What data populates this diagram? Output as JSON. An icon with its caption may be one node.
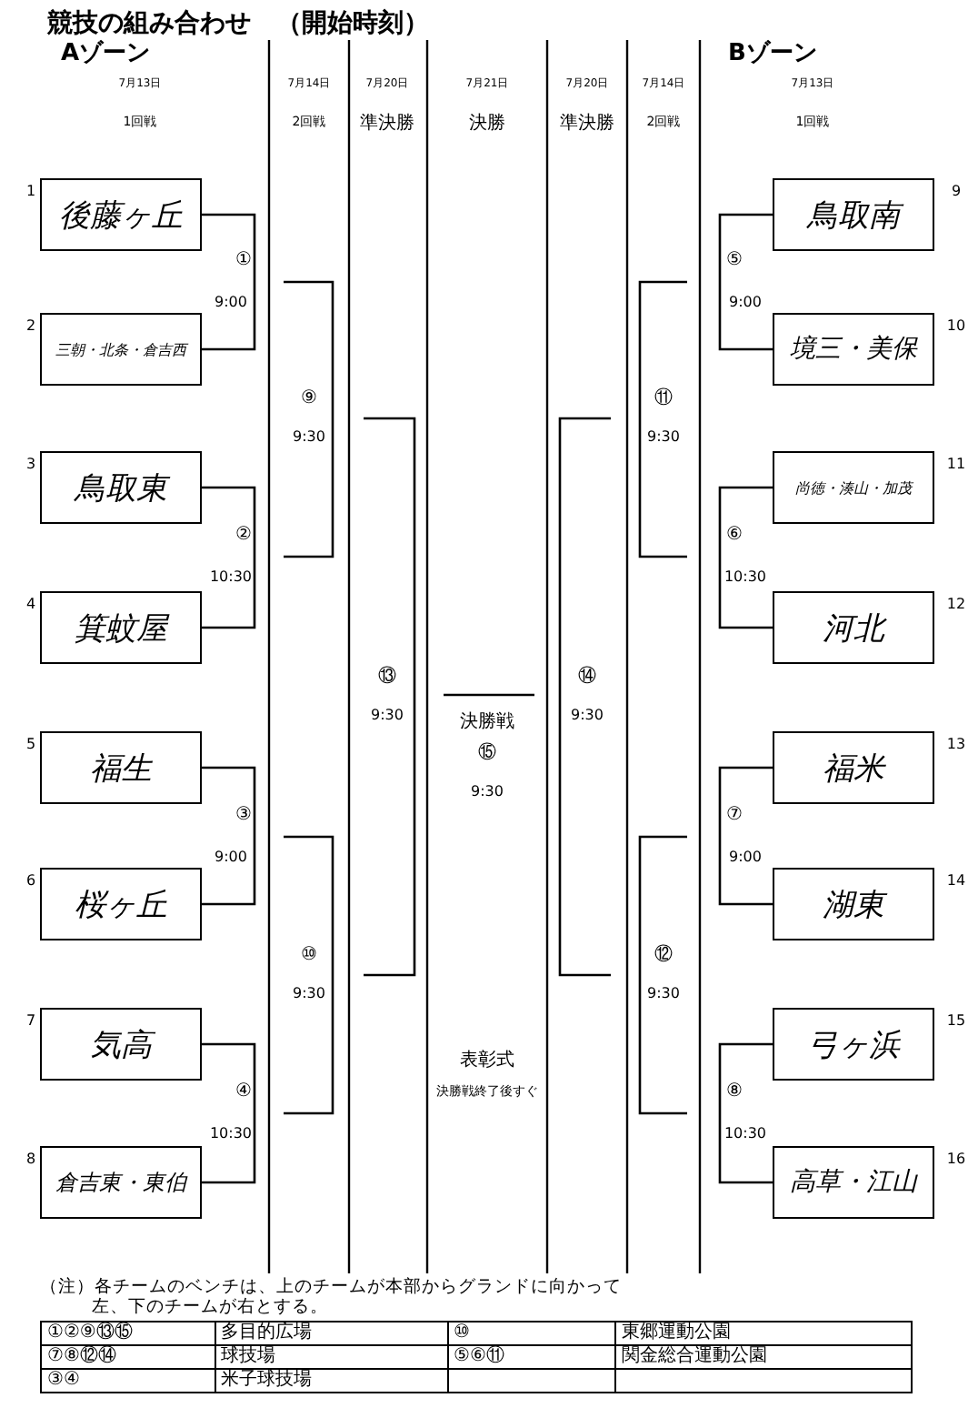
{
  "diagram": {
    "title": "競技の組み合わせ　（開始時刻）",
    "nodes": [
      {
        "text": [
          "後藤ヶ丘"
        ],
        "beside": [
          "1"
        ]
      },
      {
        "text": [
          "三朝・北条・倉吉西"
        ],
        "beside": [
          "2"
        ]
      },
      {
        "text": [
          "鳥取東"
        ],
        "beside": [
          "3"
        ]
      },
      {
        "text": [
          "箕蚊屋"
        ],
        "beside": [
          "4"
        ]
      },
      {
        "text": [
          "福生"
        ],
        "beside": [
          "5"
        ]
      },
      {
        "text": [
          "桜ヶ丘"
        ],
        "beside": [
          "6"
        ]
      },
      {
        "text": [
          "気高"
        ],
        "beside": [
          "7"
        ]
      },
      {
        "text": [
          "倉吉東・東伯"
        ],
        "beside": [
          "8"
        ]
      },
      {
        "text": [
          "鳥取南"
        ],
        "beside": [
          "9"
        ]
      },
      {
        "text": [
          "境三・美保"
        ],
        "beside": [
          "10"
        ]
      },
      {
        "text": [
          "尚徳・湊山・加茂"
        ],
        "beside": [
          "11"
        ]
      },
      {
        "text": [
          "河北"
        ],
        "beside": [
          "12"
        ]
      },
      {
        "text": [
          "福米"
        ],
        "beside": [
          "13"
        ]
      },
      {
        "text": [
          "湖東"
        ],
        "beside": [
          "14"
        ]
      },
      {
        "text": [
          "弓ヶ浜"
        ],
        "beside": [
          "15"
        ]
      },
      {
        "text": [
          "高草・江山"
        ],
        "beside": [
          "16"
        ]
      }
    ],
    "edges": [
      {
        "from": 0,
        "to": 1,
        "arrow": "none"
      },
      {
        "from": 2,
        "to": 3,
        "arrow": "none"
      },
      {
        "from": 4,
        "to": 5,
        "arrow": "none"
      },
      {
        "from": 6,
        "to": 7,
        "arrow": "none"
      },
      {
        "from": 8,
        "to": 9,
        "arrow": "none"
      },
      {
        "from": 10,
        "to": 11,
        "arrow": "none"
      },
      {
        "from": 12,
        "to": 13,
        "arrow": "none"
      },
      {
        "from": 14,
        "to": 15,
        "arrow": "none"
      }
    ],
    "labels": [
      "Aゾーン",
      "Bゾーン",
      "7月13日",
      "1回戦",
      "7月14日",
      "2回戦",
      "7月20日",
      "準決勝",
      "7月21日",
      "決勝",
      "7月20日",
      "準決勝",
      "7月14日",
      "2回戦",
      "7月13日",
      "1回戦",
      "①",
      "9:00",
      "②",
      "10:30",
      "③",
      "9:00",
      "④",
      "10:30",
      "⑨",
      "9:30",
      "⑩",
      "9:30",
      "⑬",
      "9:30",
      "決勝戦",
      "⑮",
      "9:30",
      "表彰式",
      "決勝戦終了後すぐ",
      "⑭",
      "9:30",
      "⑪",
      "9:30",
      "⑫",
      "9:30",
      "⑤",
      "9:00",
      "⑥",
      "10:30",
      "⑦",
      "9:00",
      "⑧",
      "10:30",
      "（注）各チームのベンチは、上のチームが本部からグランドに向かって左、下のチームが右とする。",
      "①②⑨⑬⑮",
      "多目的広場",
      "⑩",
      "東郷運動公園",
      "⑦⑧⑫⑭",
      "球技場",
      "⑤⑥⑪",
      "関金総合運動公園",
      "③④",
      "米子球技場"
    ]
  }
}
